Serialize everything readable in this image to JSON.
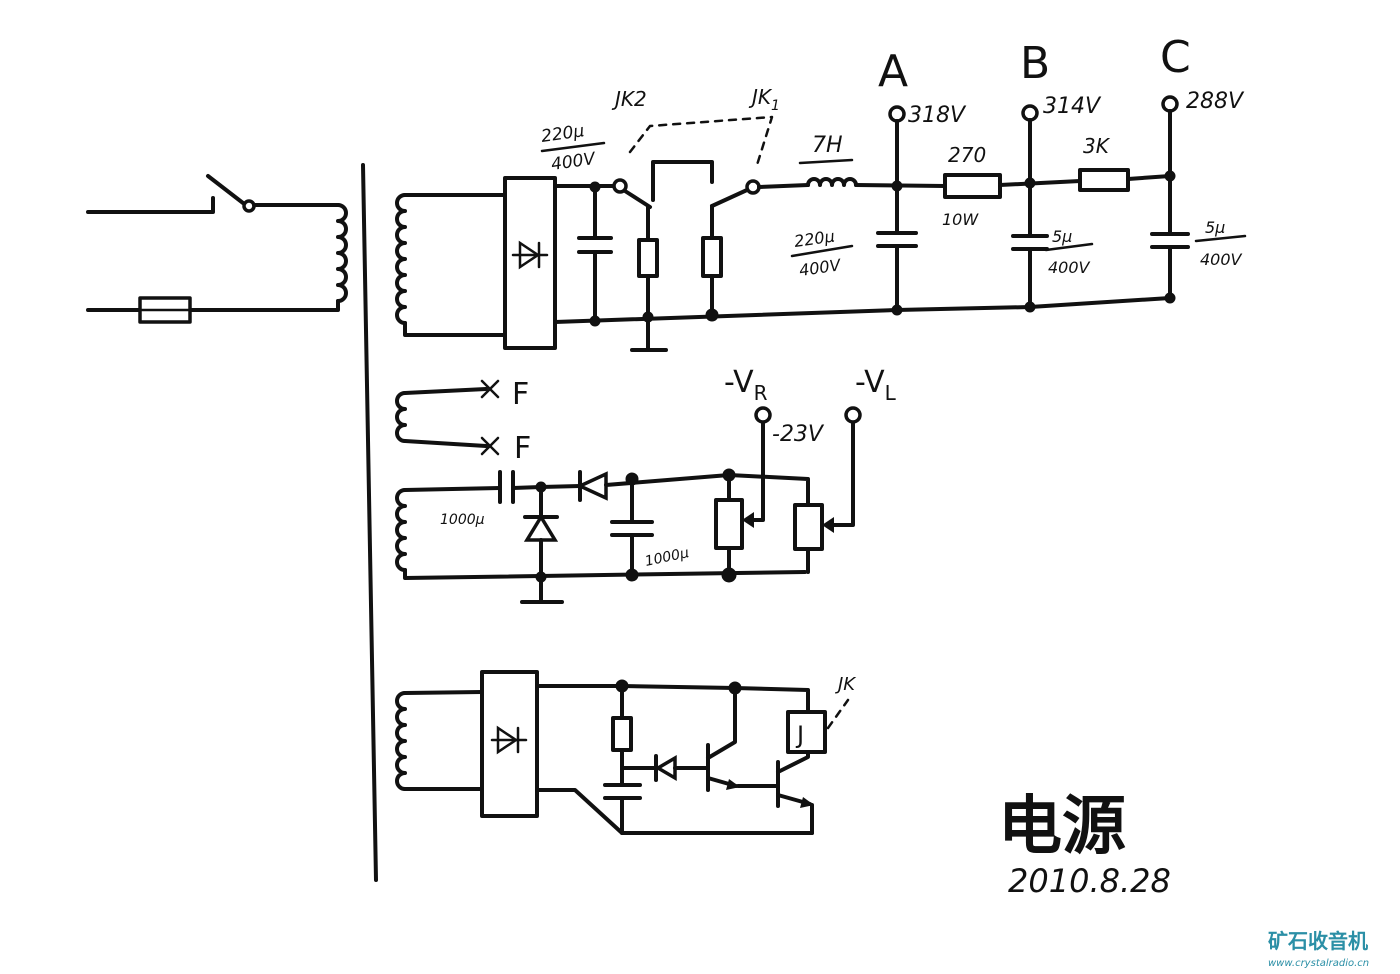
{
  "title": "电源",
  "date": "2010.8.28",
  "hv": {
    "cap1": {
      "value": "220μ",
      "voltage": "400V"
    },
    "relay_contact_2": "JK2",
    "relay_contact_1": {
      "main": "JK",
      "sub": "1"
    },
    "choke": "7H",
    "cap2": {
      "value": "220μ",
      "voltage": "400V"
    },
    "res1": {
      "value": "270",
      "power": "10W"
    },
    "res2": {
      "value": "3K"
    },
    "cap3": {
      "value": "5μ",
      "voltage": "400V"
    },
    "cap4": {
      "value": "5μ",
      "voltage": "400V"
    },
    "taps": [
      {
        "name": "A",
        "voltage": "318V"
      },
      {
        "name": "B",
        "voltage": "314V"
      },
      {
        "name": "C",
        "voltage": "288V"
      }
    ]
  },
  "filament": {
    "labels": [
      "F",
      "F"
    ]
  },
  "bias": {
    "cap_in": "1000μ",
    "cap_filter": "1000μ",
    "vr": {
      "main": "-V",
      "sub": "R"
    },
    "vl": {
      "main": "-V",
      "sub": "L"
    },
    "voltage": "-23V"
  },
  "relay": {
    "coil": "J",
    "label": "JK"
  },
  "watermark": {
    "text": "矿石收音机",
    "url": "www.crystalradio.cn"
  }
}
